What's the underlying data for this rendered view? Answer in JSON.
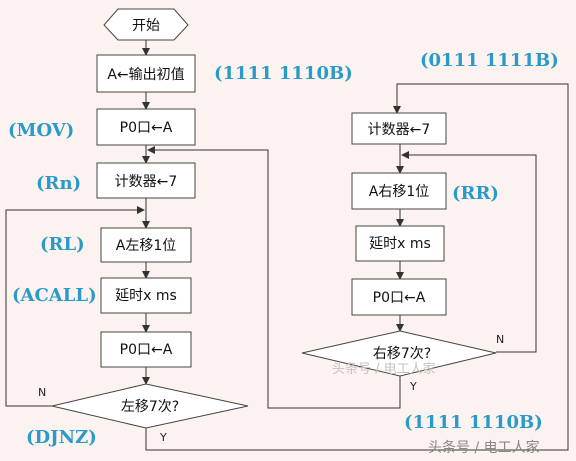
{
  "left_flow": {
    "start": "开始",
    "init": "A←输出初值",
    "output": "P0口←A",
    "counter": "计数器←7",
    "rotate": "A左移1位",
    "delay": "延时x ms",
    "output2": "P0口←A",
    "decision": "左移7次?",
    "no": "N",
    "yes": "Y"
  },
  "right_flow": {
    "counter": "计数器←7",
    "rotate": "A右移1位",
    "delay": "延时x ms",
    "output": "P0口←A",
    "decision": "右移7次?",
    "no": "N",
    "yes": "Y"
  },
  "annotations": {
    "init_value": "(1111 1110B)",
    "mov": "(MOV)",
    "rn": "(Rn)",
    "rl": "(RL)",
    "acall": "(ACALL)",
    "djnz": "(DJNZ)",
    "right_init": "(0111 1111B)",
    "rr": "(RR)",
    "bottom_value": "(1111 1110B)"
  },
  "watermarks": {
    "center": "头条号 / 电工人家",
    "corner": "头条号 / 电工人家"
  },
  "colors": {
    "annotation": "#2a9bc9",
    "line": "#333333",
    "background": "#fcf3f1"
  }
}
